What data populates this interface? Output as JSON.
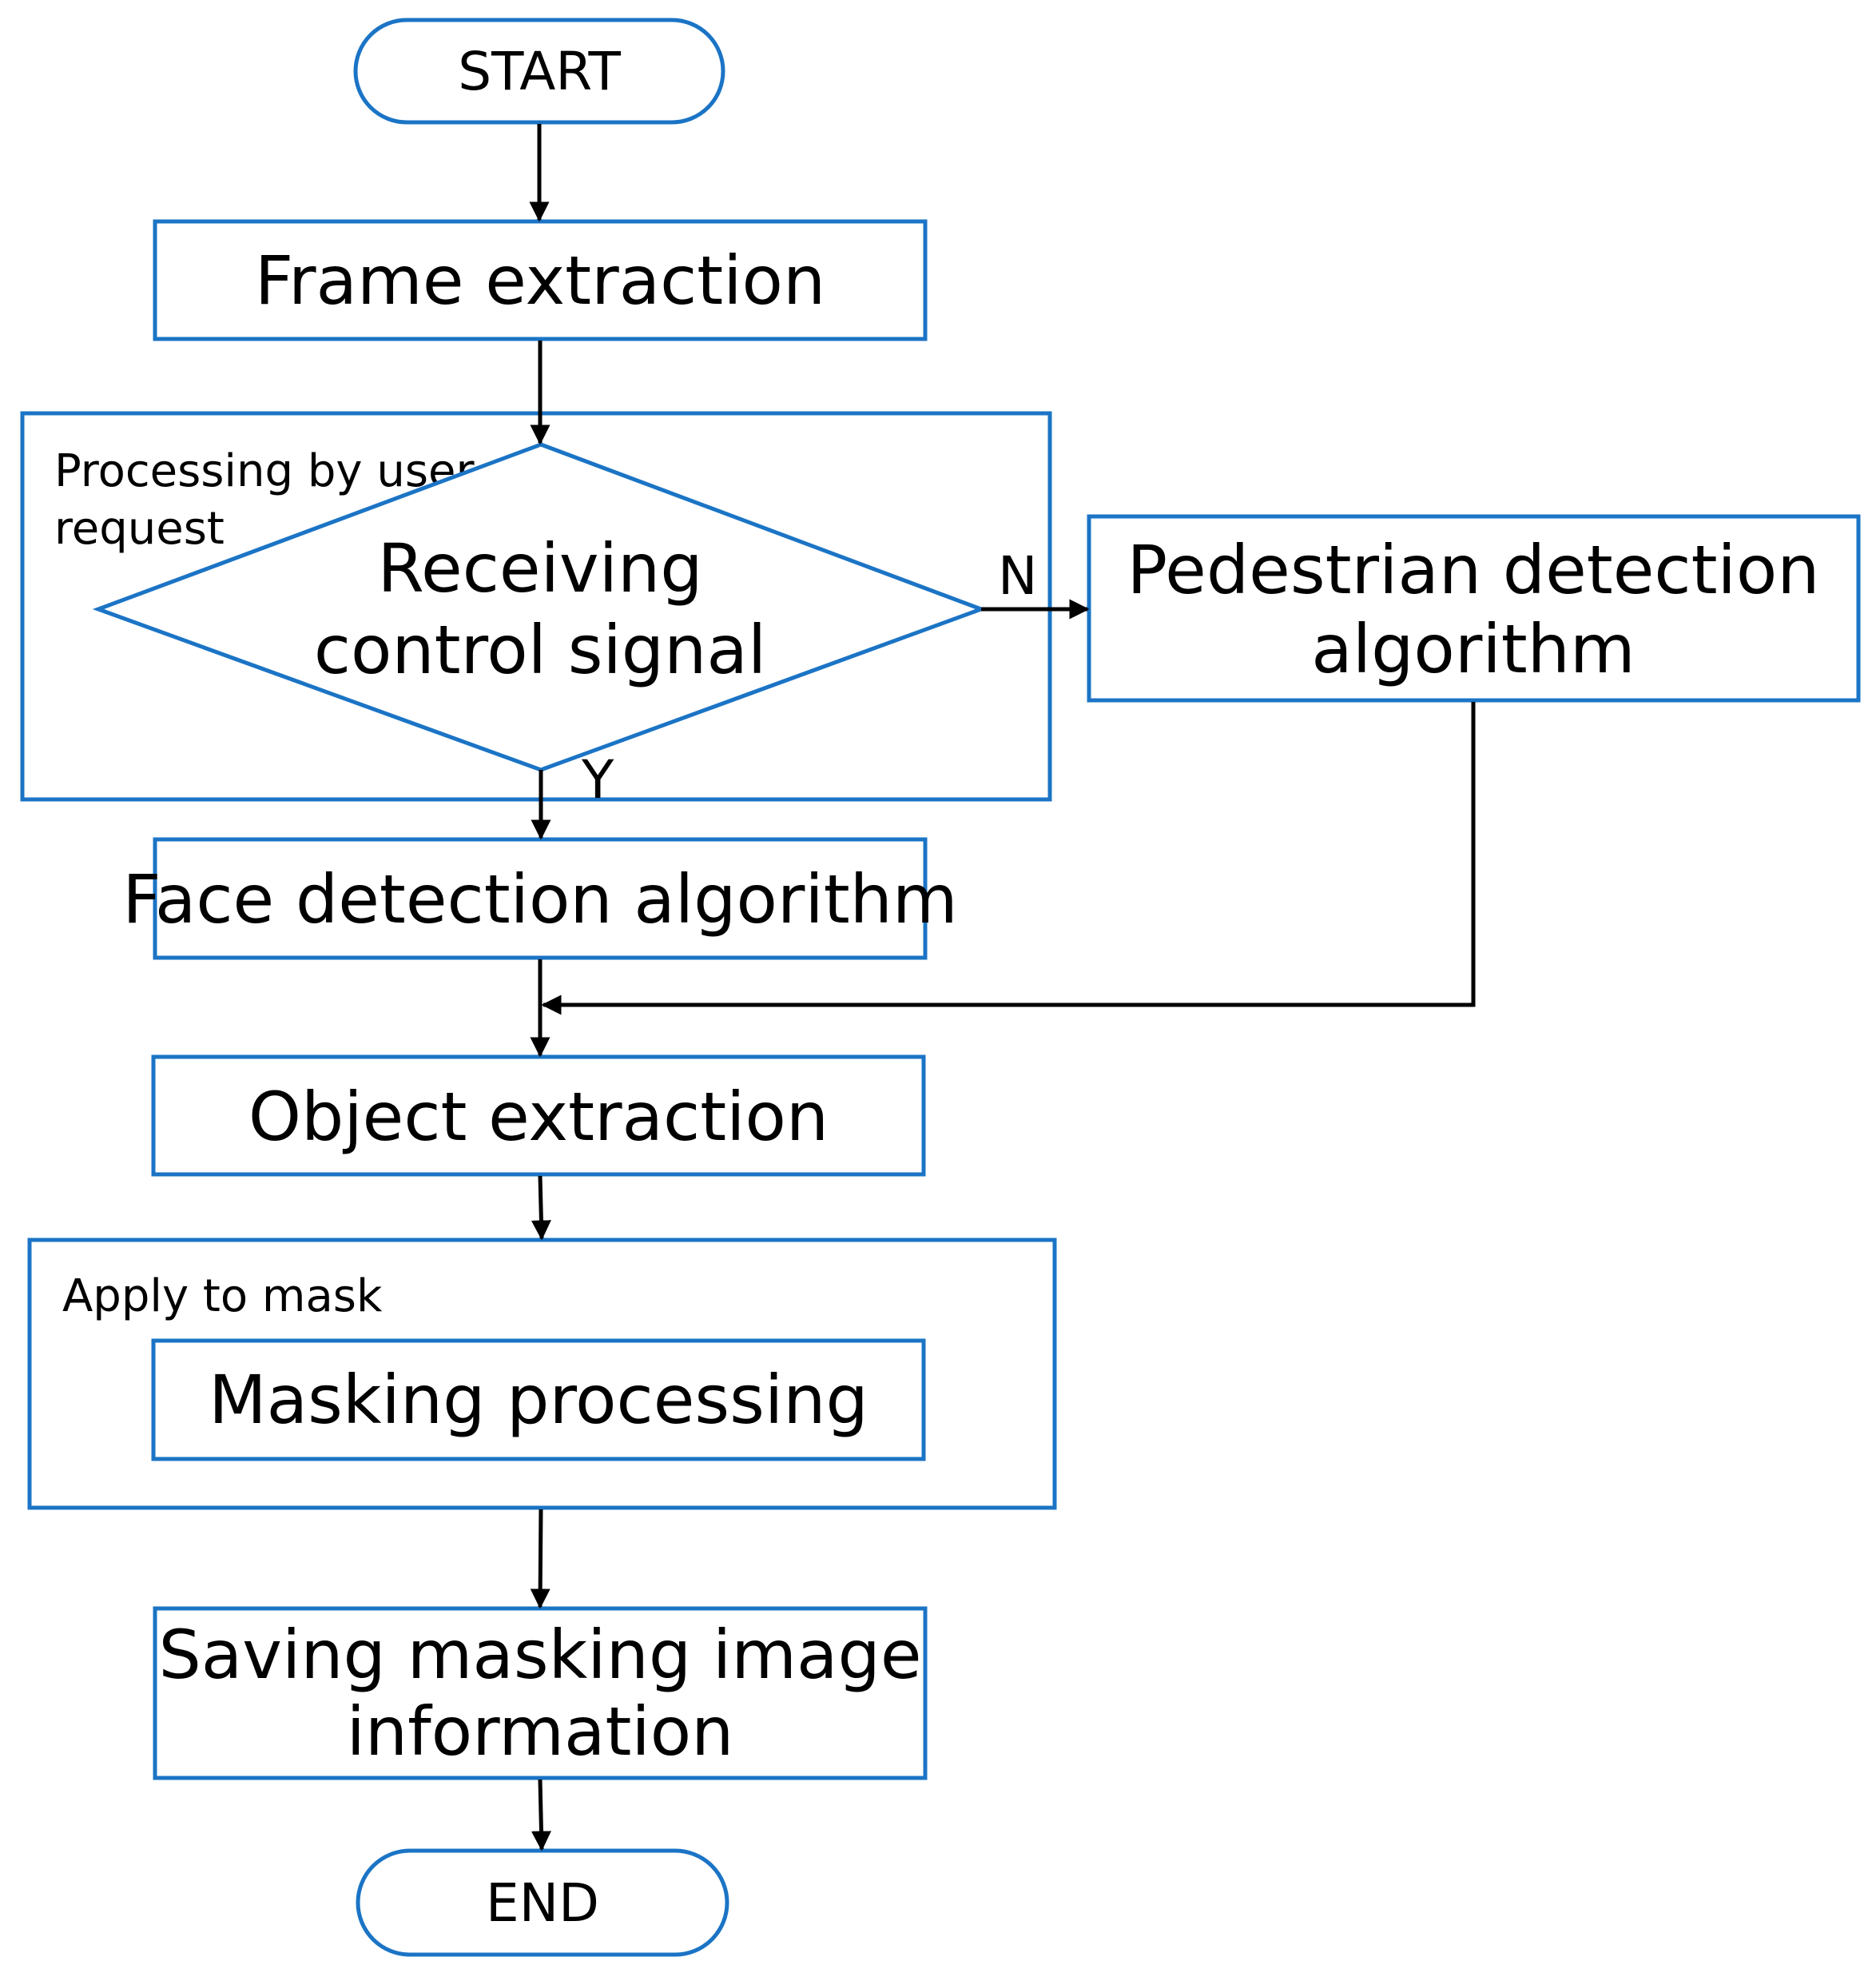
{
  "diagram": {
    "nodes": {
      "start": "START",
      "frame_extraction": "Frame extraction",
      "decision_line1": "Receiving",
      "decision_line2": "control signal",
      "pedestrian_line1": "Pedestrian detection",
      "pedestrian_line2": "algorithm",
      "face_detection": "Face detection algorithm",
      "object_extraction": "Object extraction",
      "masking_processing": "Masking processing",
      "saving_line1": "Saving masking image",
      "saving_line2": "information",
      "end": "END"
    },
    "groups": {
      "user_request_line1": "Processing by user",
      "user_request_line2": "request",
      "apply_mask": "Apply to mask"
    },
    "branch_labels": {
      "no": "N",
      "yes": "Y"
    },
    "colors": {
      "shape_stroke": "#1b74c5",
      "connector": "#000000"
    }
  }
}
